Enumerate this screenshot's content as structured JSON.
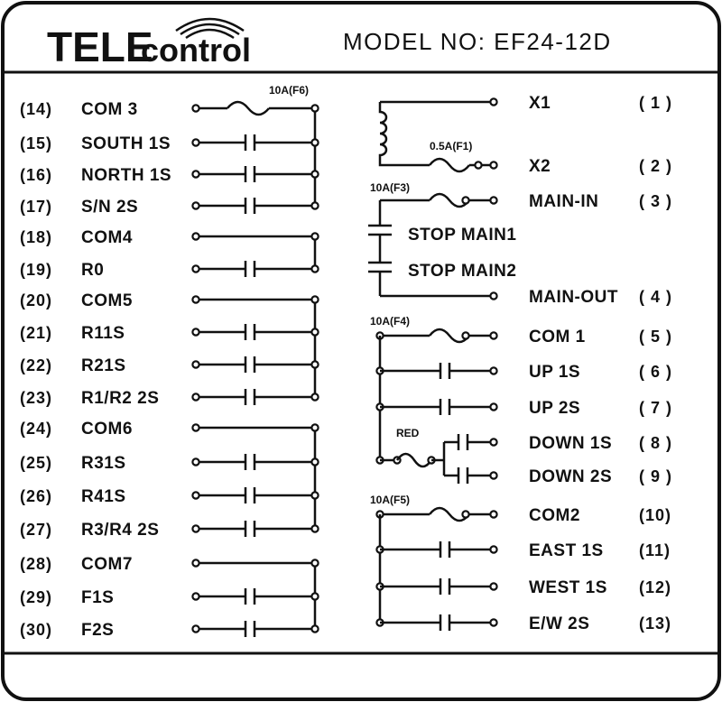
{
  "brand": {
    "tele": "TELE",
    "control": "control"
  },
  "model": "MODEL NO:  EF24-12D",
  "left_terminals": [
    {
      "num": "(14)",
      "label": "COM 3"
    },
    {
      "num": "(15)",
      "label": "SOUTH 1S"
    },
    {
      "num": "(16)",
      "label": "NORTH 1S"
    },
    {
      "num": "(17)",
      "label": "S/N 2S"
    },
    {
      "num": "(18)",
      "label": "COM4"
    },
    {
      "num": "(19)",
      "label": "R0"
    },
    {
      "num": "(20)",
      "label": "COM5"
    },
    {
      "num": "(21)",
      "label": "R11S"
    },
    {
      "num": "(22)",
      "label": "R21S"
    },
    {
      "num": "(23)",
      "label": "R1/R2 2S"
    },
    {
      "num": "(24)",
      "label": "COM6"
    },
    {
      "num": "(25)",
      "label": "R31S"
    },
    {
      "num": "(26)",
      "label": "R41S"
    },
    {
      "num": "(27)",
      "label": "R3/R4 2S"
    },
    {
      "num": "(28)",
      "label": "COM7"
    },
    {
      "num": "(29)",
      "label": "F1S"
    },
    {
      "num": "(30)",
      "label": "F2S"
    }
  ],
  "right_terminals": [
    {
      "num": "( 1 )",
      "label": "X1"
    },
    {
      "num": "( 2 )",
      "label": "X2"
    },
    {
      "num": "( 3 )",
      "label": "MAIN-IN"
    },
    {
      "num": "( 4 )",
      "label": "MAIN-OUT"
    },
    {
      "num": "( 5 )",
      "label": "COM 1"
    },
    {
      "num": "( 6 )",
      "label": "UP  1S"
    },
    {
      "num": "( 7 )",
      "label": "UP  2S"
    },
    {
      "num": "( 8 )",
      "label": "DOWN 1S"
    },
    {
      "num": "( 9 )",
      "label": "DOWN 2S"
    },
    {
      "num": "(10)",
      "label": "COM2"
    },
    {
      "num": "(11)",
      "label": "EAST 1S"
    },
    {
      "num": "(12)",
      "label": "WEST 1S"
    },
    {
      "num": "(13)",
      "label": "E/W 2S"
    }
  ],
  "stop_labels": [
    "STOP MAIN1",
    "STOP MAIN2"
  ],
  "fuses": {
    "f6": "10A(F6)",
    "f1": "0.5A(F1)",
    "f3": "10A(F3)",
    "f4": "10A(F4)",
    "f5": "10A(F5)",
    "red": "RED"
  }
}
